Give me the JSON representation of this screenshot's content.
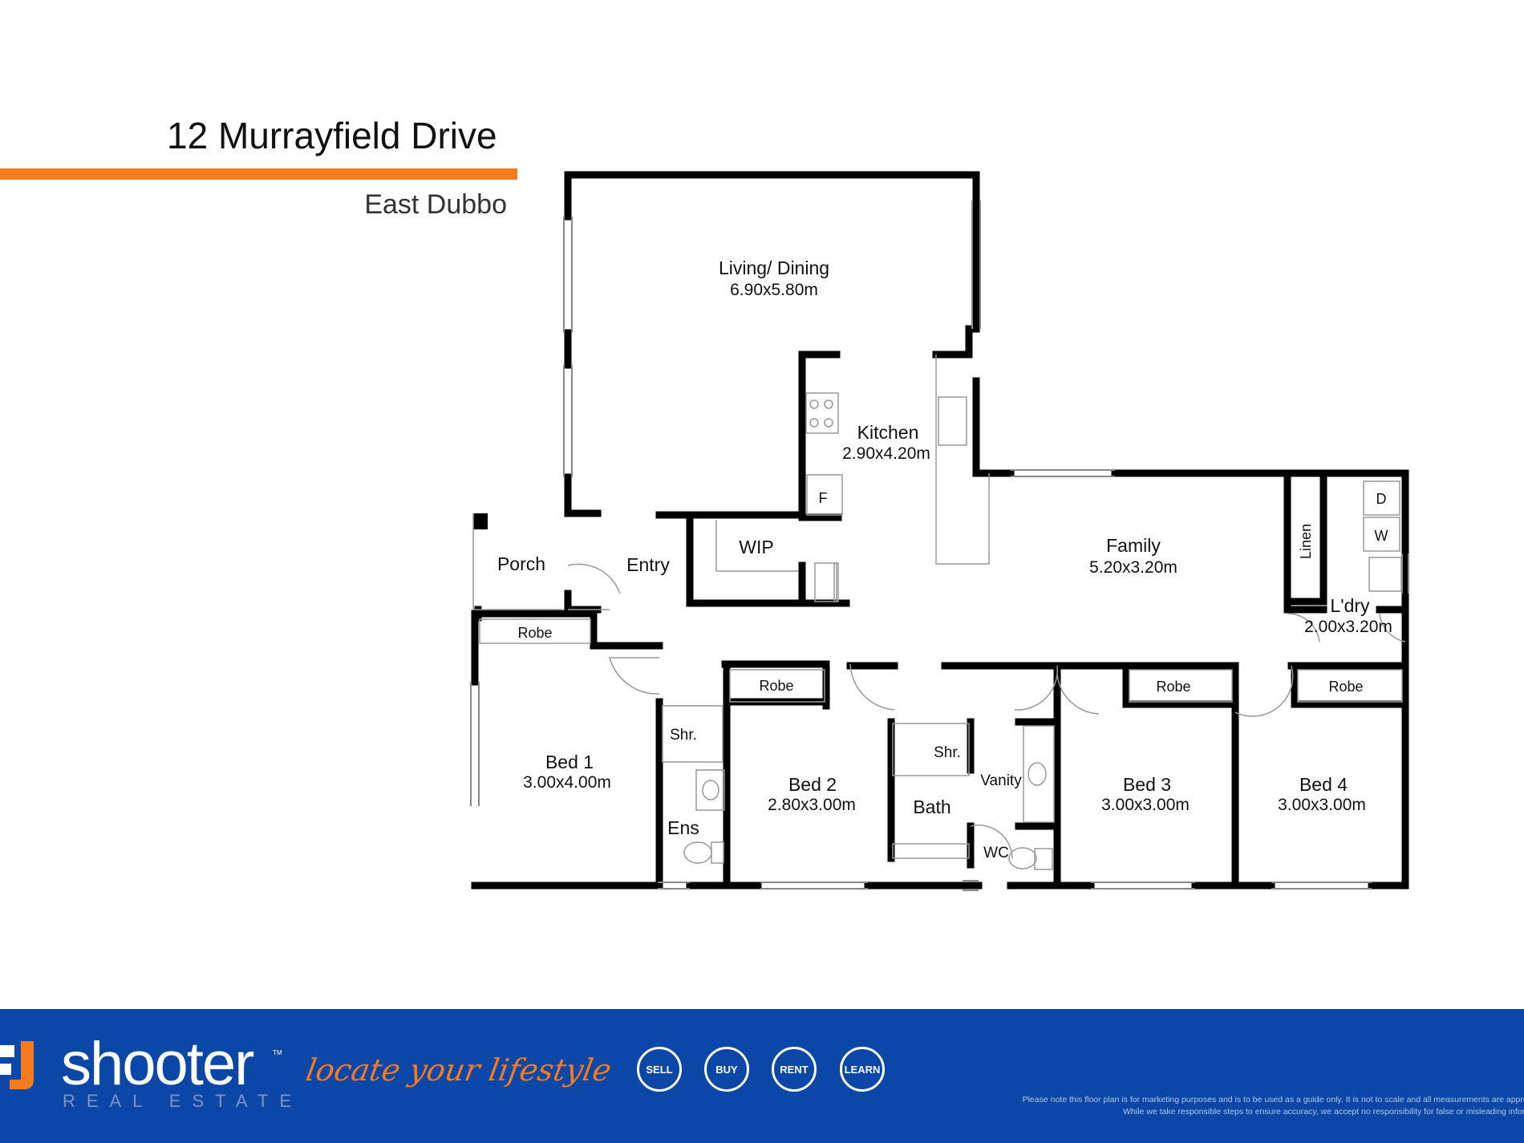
{
  "header": {
    "title": "12 Murrayfield Drive",
    "subtitle": "East Dubbo"
  },
  "colors": {
    "accent": "#f47b20",
    "footer_bg": "#0b47a7",
    "wall": "#000000"
  },
  "rooms": {
    "living": {
      "name": "Living/ Dining",
      "dims": "6.90x5.80m"
    },
    "kitchen": {
      "name": "Kitchen",
      "dims": "2.90x4.20m"
    },
    "family": {
      "name": "Family",
      "dims": "5.20x3.20m"
    },
    "laundry": {
      "name": "L'dry",
      "dims": "2.00x3.20m"
    },
    "bed1": {
      "name": "Bed 1",
      "dims": "3.00x4.00m"
    },
    "bed2": {
      "name": "Bed 2",
      "dims": "2.80x3.00m"
    },
    "bed3": {
      "name": "Bed 3",
      "dims": "3.00x3.00m"
    },
    "bed4": {
      "name": "Bed 4",
      "dims": "3.00x3.00m"
    },
    "porch": "Porch",
    "entry": "Entry",
    "wip": "WIP",
    "ens": "Ens",
    "bath": "Bath",
    "vanity": "Vanity",
    "wc": "WC",
    "shower": "Shr.",
    "robe": "Robe",
    "linen": "Linen",
    "fridge": "F",
    "dryer": "D",
    "washer": "W"
  },
  "footer": {
    "brand": "shooter",
    "brand_sub": "REAL ESTATE",
    "tm": "TM",
    "tagline": "locate your lifestyle",
    "nav": [
      "SELL",
      "BUY",
      "RENT",
      "LEARN"
    ],
    "disclaimer_1": "Please note this floor plan is for marketing purposes and is to be used as a guide only. It is not to scale and all measurements are approx",
    "disclaimer_2": "While we take responsible steps to ensure accuracy, we accept no responsibility for false or misleading inform"
  }
}
